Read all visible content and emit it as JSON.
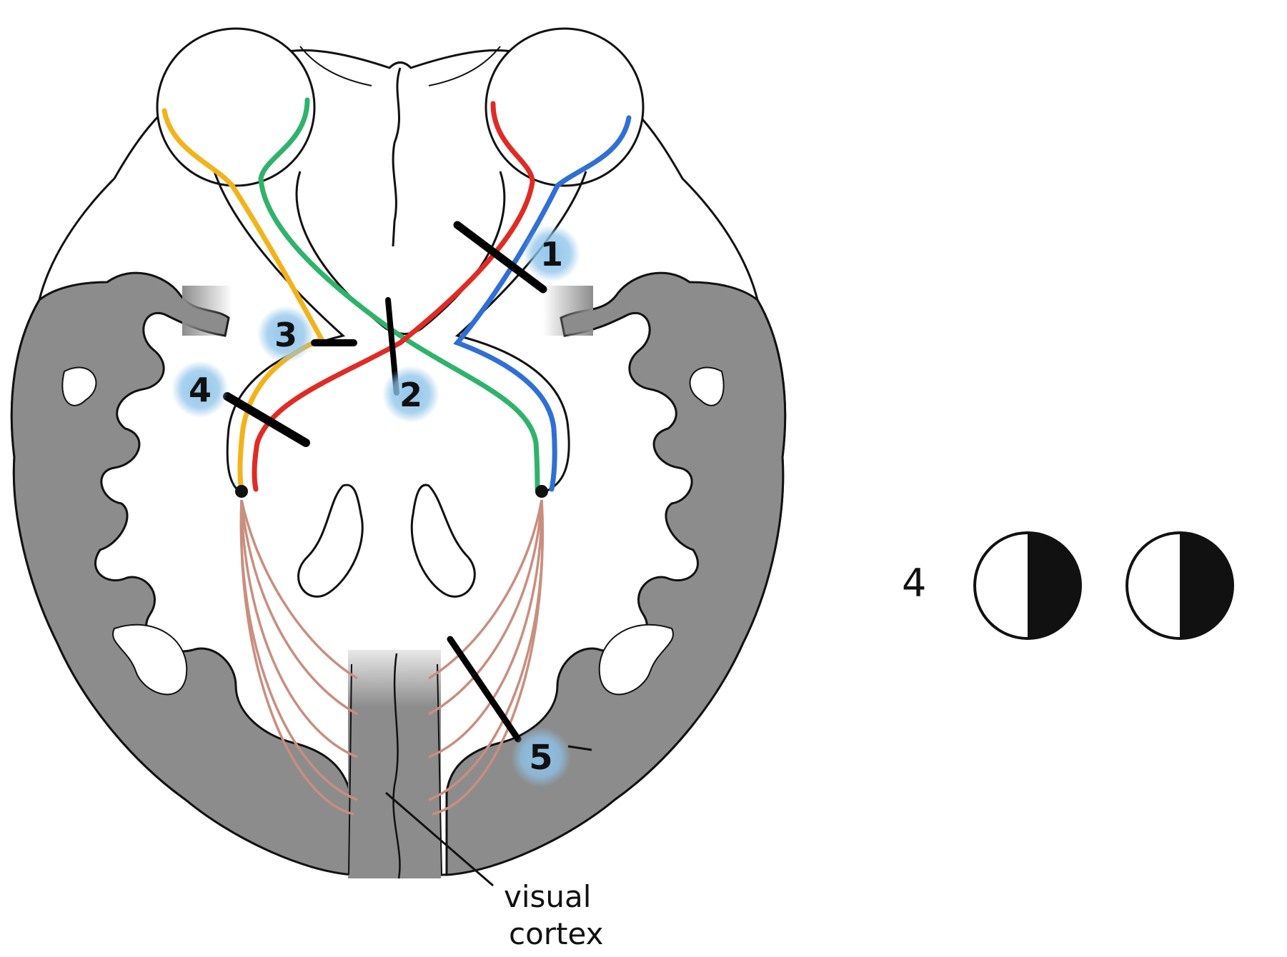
{
  "diagram": {
    "lesions": [
      {
        "id": "1",
        "label": "1"
      },
      {
        "id": "2",
        "label": "2"
      },
      {
        "id": "3",
        "label": "3"
      },
      {
        "id": "4",
        "label": "4"
      },
      {
        "id": "5",
        "label": "5"
      }
    ],
    "cortex_label_line1": "visual",
    "cortex_label_line2": "cortex",
    "pathway_colors": {
      "left_temporal": "#f2b31a",
      "left_nasal": "#2fb36b",
      "right_nasal": "#e02b24",
      "right_temporal": "#2f6fd6",
      "radiations": "#c98e7e",
      "cortex": "#8c8c8c",
      "lesion_glow": "#8ec3ea"
    }
  },
  "visual_field_row": {
    "label": "4",
    "left_eye": {
      "blind_side": "right"
    },
    "right_eye": {
      "blind_side": "right"
    }
  }
}
